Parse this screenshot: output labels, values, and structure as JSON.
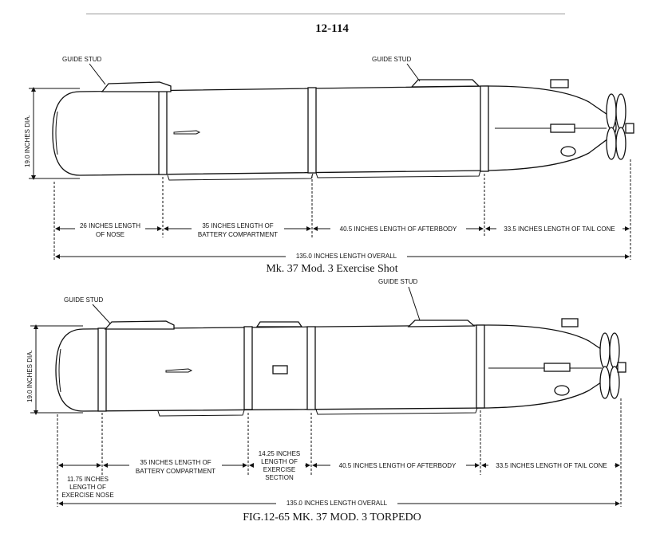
{
  "page_number": "12-114",
  "figure1": {
    "caption": "Mk. 37 Mod. 3 Exercise Shot",
    "guide_stud_front": "GUIDE STUD",
    "guide_stud_rear": "GUIDE STUD",
    "diameter": "19.0 INCHES DIA.",
    "nose_length": [
      "26 INCHES LENGTH",
      "OF NOSE"
    ],
    "battery_length": [
      "35 INCHES LENGTH OF",
      "BATTERY COMPARTMENT"
    ],
    "afterbody_length": "40.5 INCHES LENGTH OF AFTERBODY",
    "tailcone_length": "33.5 INCHES LENGTH OF TAIL CONE",
    "overall_length": "135.0 INCHES LENGTH OVERALL"
  },
  "figure2": {
    "caption": "FIG.12-65 MK. 37 MOD. 3 TORPEDO",
    "guide_stud_front": "GUIDE STUD",
    "guide_stud_rear": "GUIDE STUD",
    "diameter": "19.0 INCHES DIA.",
    "nose_length": [
      "11.75 INCHES",
      "LENGTH OF",
      "EXERCISE NOSE"
    ],
    "battery_length": [
      "35 INCHES LENGTH OF",
      "BATTERY COMPARTMENT"
    ],
    "exercise_length": [
      "14.25 INCHES",
      "LENGTH OF",
      "EXERCISE",
      "SECTION"
    ],
    "afterbody_length": "40.5 INCHES LENGTH OF AFTERBODY",
    "tailcone_length": "33.5 INCHES LENGTH OF TAIL CONE",
    "overall_length": "135.0 INCHES LENGTH OVERALL"
  }
}
